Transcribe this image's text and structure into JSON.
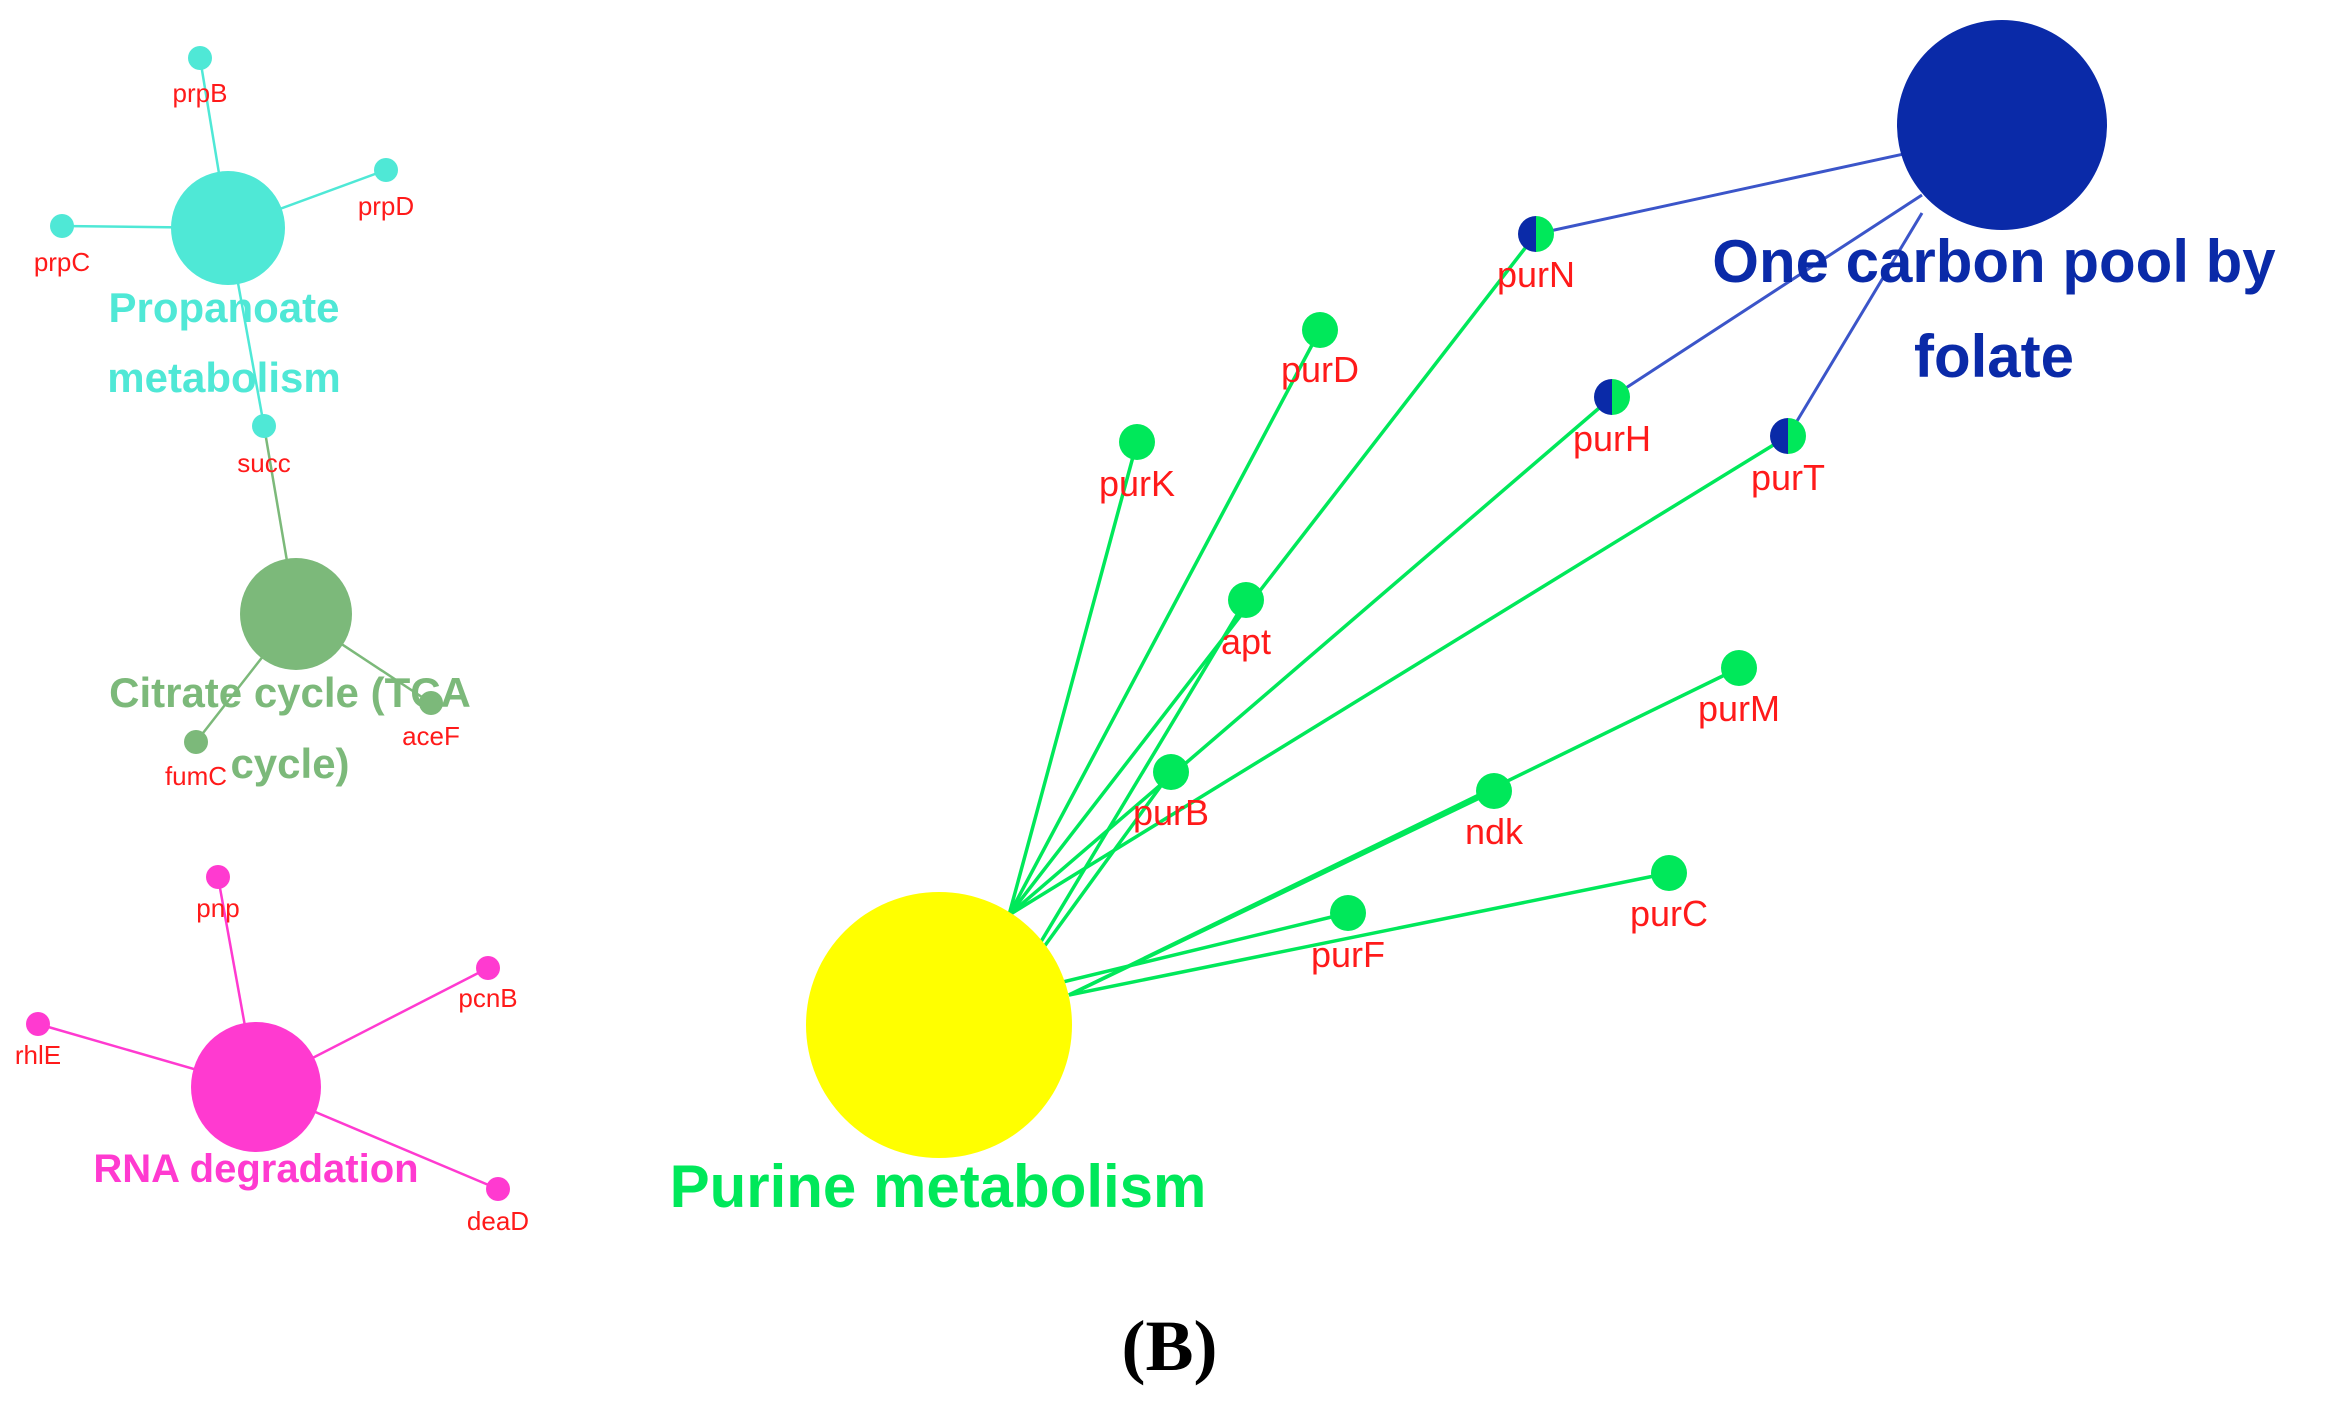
{
  "panel_label": "(B)",
  "colors": {
    "propanoate": "#4fe8d6",
    "tca": "#7cb97a",
    "rna": "#ff3ad0",
    "purine_hub": "#ffff00",
    "purine": "#00e85a",
    "folate": "#0a2aa8",
    "gene_text": "#ff1a1a"
  },
  "clusters": [
    {
      "id": "propanoate",
      "hub_lines": [
        "Propanoate",
        "metabolism"
      ],
      "hub_color": "#4fe8d6",
      "genes": [
        "prpB",
        "prpD",
        "prpC",
        "succ"
      ]
    },
    {
      "id": "tca",
      "hub_lines": [
        "Citrate cycle (TCA",
        "cycle)"
      ],
      "hub_color": "#7cb97a",
      "genes": [
        "fumC",
        "aceF"
      ]
    },
    {
      "id": "rna",
      "hub_lines": [
        "RNA degradation"
      ],
      "hub_color": "#ff3ad0",
      "genes": [
        "pnp",
        "pcnB",
        "rhlE",
        "deaD"
      ]
    },
    {
      "id": "purine",
      "hub_lines": [
        "Purine metabolism"
      ],
      "hub_color": "#ffff00",
      "label_color": "#00e85a",
      "genes": [
        "purK",
        "purD",
        "apt",
        "purB",
        "purM",
        "ndk",
        "purF",
        "purC"
      ]
    },
    {
      "id": "folate",
      "hub_lines": [
        "One carbon pool by",
        "folate"
      ],
      "hub_color": "#0a2aa8",
      "genes": [
        "purN",
        "purH",
        "purT"
      ]
    }
  ]
}
